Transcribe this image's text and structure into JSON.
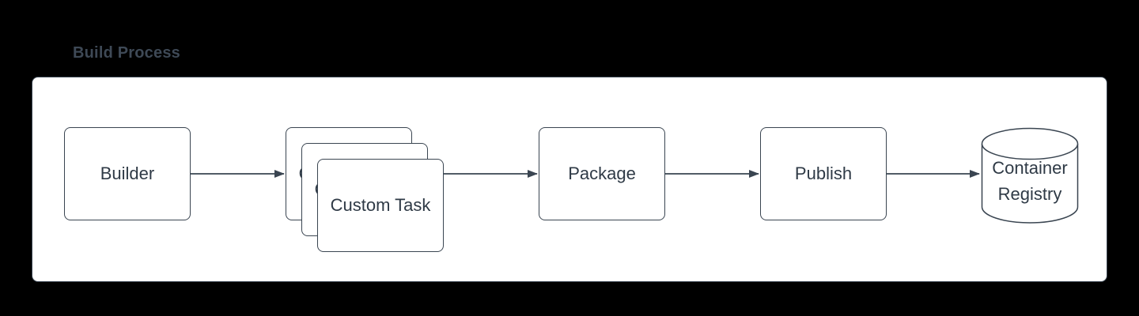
{
  "title": "Build Process",
  "colors": {
    "background": "#000000",
    "panel_bg": "#ffffff",
    "stroke": "#3a4551",
    "node_text": "#2f3a46",
    "title_color": "#3e4956"
  },
  "nodes": {
    "builder": {
      "label": "Builder"
    },
    "custom_task": {
      "label": "Custom Task",
      "stack_count": 3
    },
    "package": {
      "label": "Package"
    },
    "publish": {
      "label": "Publish"
    },
    "container_registry": {
      "label": "Container Registry",
      "shape": "cylinder"
    }
  },
  "edges": [
    {
      "from": "builder",
      "to": "custom_task"
    },
    {
      "from": "custom_task",
      "to": "package"
    },
    {
      "from": "package",
      "to": "publish"
    },
    {
      "from": "publish",
      "to": "container_registry"
    }
  ]
}
